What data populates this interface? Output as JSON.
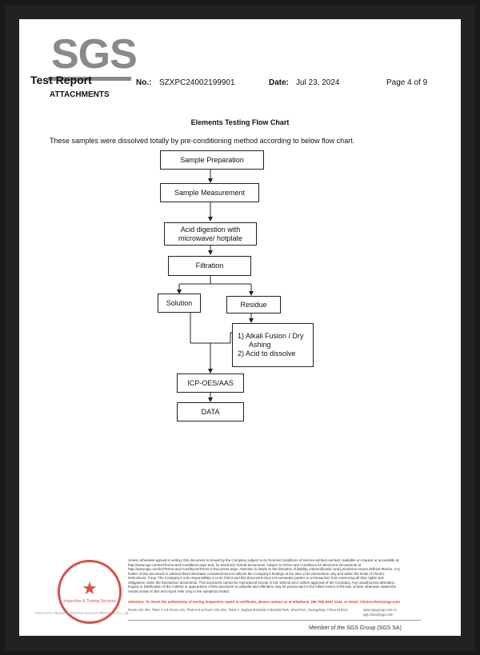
{
  "header": {
    "logo": "SGS",
    "title": "Test Report",
    "subtitle": "ATTACHMENTS",
    "no_label": "No.:",
    "no_value": "SZXPC24002199901",
    "date_label": "Date:",
    "date_value": "Jul 23, 2024",
    "page": "Page 4 of 9"
  },
  "section_title": "Elements Testing Flow Chart",
  "intro": "These samples were dissolved totally by pre-conditioning method according to below flow chart.",
  "flow": {
    "sample_preparation": "Sample Preparation",
    "sample_measurement": "Sample Measurement",
    "acid_digestion": "Acid digestion with microwave/ hotplate",
    "filtration": "Filtration",
    "solution": "Solution",
    "residue": "Residue",
    "alkali_line1": "1) Alkali Fusion / Dry",
    "alkali_line2": "Ashing",
    "alkali_line3": "2) Acid to dissolve",
    "icp": "ICP-OES/AAS",
    "data": "DATA"
  },
  "footer": {
    "seal_text": "Inspection & Testing Services",
    "disclaimer": "Unless otherwise agreed in writing, this document is issued by the Company subject to its General Conditions of Service printed overleaf, available on request or accessible at http://www.sgs.com/en/Terms-and-Conditions.aspx and, for electronic format documents, subject to Terms and Conditions for Electronic Documents at http://www.sgs.com/en/Terms-and-Conditions/Terms-e-Document.aspx. Attention is drawn to the limitation of liability, indemnification and jurisdiction issues defined therein. Any holder of this document is advised that information contained hereon reflects the Company's findings at the time of its intervention only and within the limits of Client's instructions, if any. The Company's sole responsibility is to its Client and this document does not exonerate parties to a transaction from exercising all their rights and obligations under the transaction documents. This document cannot be reproduced except in full, without prior written approval of the Company. Any unauthorized alteration, forgery or falsification of the content or appearance of this document is unlawful and offenders may be prosecuted to the fullest extent of the law. Unless otherwise stated the results shown in this test report refer only to the sample(s) tested.",
    "alert": "Attention: To check the authenticity of testing /inspection report & certificate, please contact us at telephone: (86-755) 8307 1443, or email: CN.Doccheck@sgs.com",
    "address": "Room 101-401, Plant 1-4 & Room 101, Plant 5-6 & Room 101-301, Plant 3, Jinghua Baoshan Industrial Park, Shenzhen, Guangdong, China 518131",
    "web": "www.sgsgroup.com.cn",
    "email": "sgs.china@sgs.com",
    "lab_name": "SGS-CSTC Standards Technical Services (Shenzhen) Co., Ltd.",
    "member": "Member of the SGS Group (SGS SA)"
  }
}
